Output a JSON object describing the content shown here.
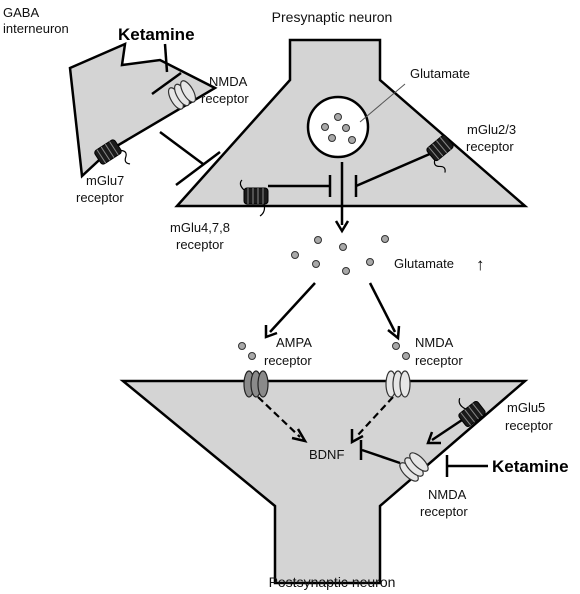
{
  "labels": {
    "presynaptic": "Presynaptic neuron",
    "postsynaptic": "Postsynaptic neuron",
    "gaba_line1": "GABA",
    "gaba_line2": "interneuron",
    "ketamine_top": "Ketamine",
    "ketamine_right": "Ketamine",
    "nmda_gaba_line1": "NMDA",
    "nmda_gaba_line2": "receptor",
    "mglu7_line1": "mGlu7",
    "mglu7_line2": "receptor",
    "glutamate_vesicle": "Glutamate",
    "mglu23_line1": "mGlu2/3",
    "mglu23_line2": "receptor",
    "mglu478_line1": "mGlu4,7,8",
    "mglu478_line2": "receptor",
    "glutamate_cleft": "Glutamate",
    "glutamate_arrow": "↑",
    "ampa_line1": "AMPA",
    "ampa_line2": "receptor",
    "nmda_post_line1": "NMDA",
    "nmda_post_line2": "receptor",
    "mglu5_line1": "mGlu5",
    "mglu5_line2": "receptor",
    "bdnf": "BDNF",
    "nmda_low_line1": "NMDA",
    "nmda_low_line2": "receptor"
  },
  "colors": {
    "cell_fill": "#d4d4d4",
    "receptor_dark": "#1a1a1a",
    "ion_channel_light": "#e6e6e6",
    "ion_channel_dark": "#8a8a8a"
  }
}
